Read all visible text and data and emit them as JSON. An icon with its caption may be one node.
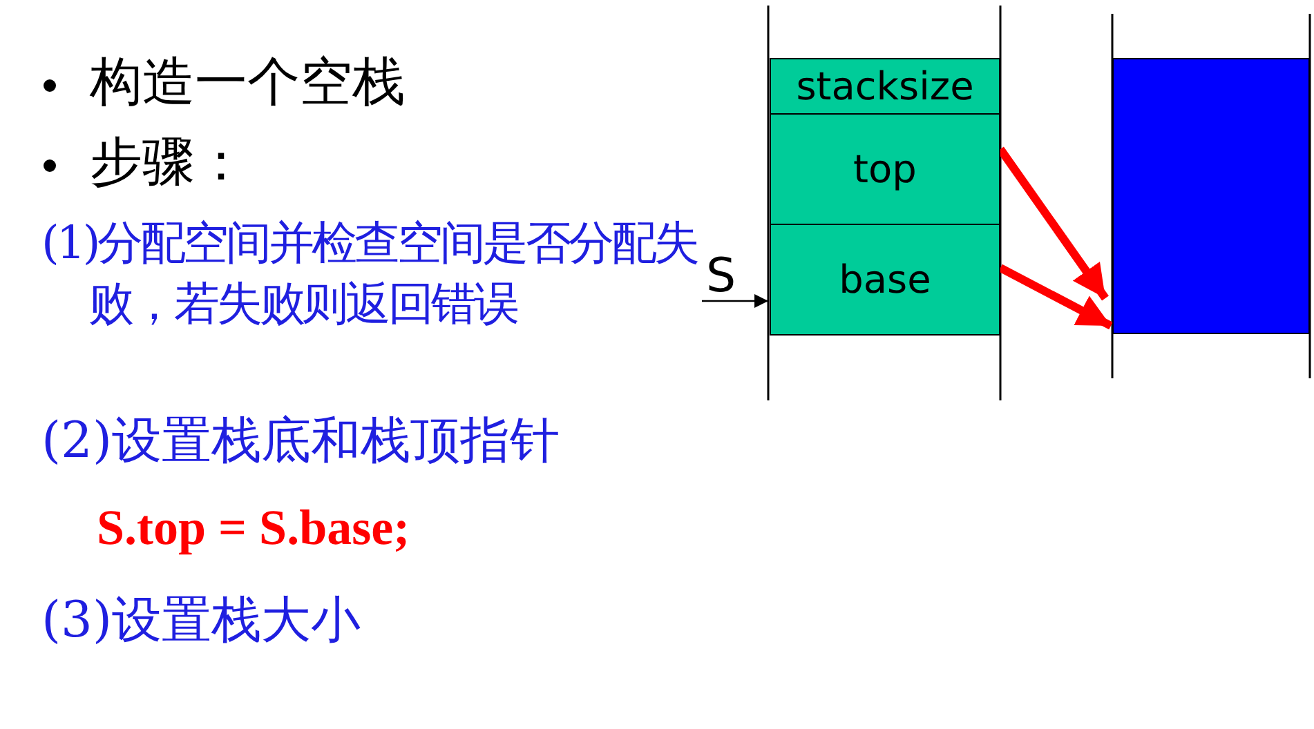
{
  "diagram": {
    "nodes": [
      {
        "text": [
          "stacksize"
        ]
      },
      {
        "text": [
          "top"
        ]
      },
      {
        "text": [
          "base"
        ]
      },
      {
        "text": [
          "S"
        ]
      },
      {
        "text": [],
        "shape": "box"
      }
    ],
    "edges": [
      {
        "from": 3,
        "to": 2,
        "arrow": "to",
        "color": "#000000"
      },
      {
        "from": 1,
        "to": 4,
        "arrow": "to"
      },
      {
        "from": 2,
        "to": 4,
        "arrow": "to"
      }
    ],
    "labels": [
      "构造一个空栈",
      "步骤：",
      "(1)分配空间并检查空间是否分配失败，若失败则返回错误",
      "(2)设置栈底和栈顶指针",
      "S.top = S.base;",
      "(3)设置栈大小"
    ]
  }
}
